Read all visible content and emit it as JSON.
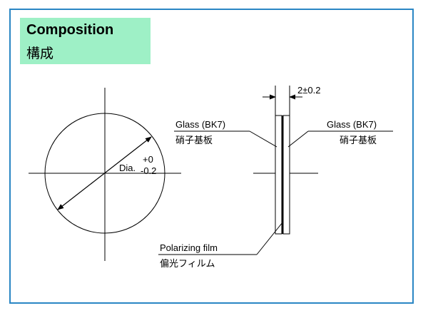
{
  "title": {
    "en": "Composition",
    "ja": "構成"
  },
  "front_view": {
    "dia_label": "Dia.",
    "tol_plus": "+0",
    "tol_minus": "-0.2"
  },
  "side_view": {
    "thickness": "2±0.2",
    "left_glass": {
      "en": "Glass (BK7)",
      "ja": "硝子基板"
    },
    "right_glass": {
      "en": "Glass (BK7)",
      "ja": "硝子基板"
    },
    "film": {
      "en": "Polarizing film",
      "ja": "偏光フィルム"
    }
  },
  "colors": {
    "border": "#2a86c4",
    "title_bg": "#9ef0c6"
  }
}
